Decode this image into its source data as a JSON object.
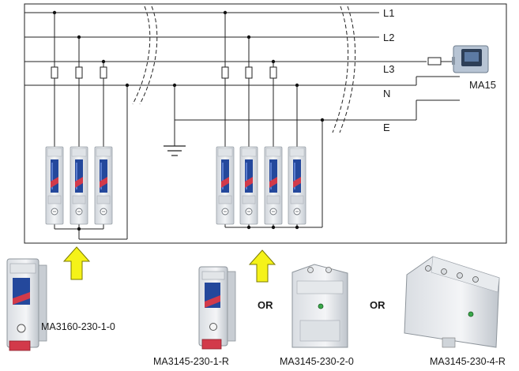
{
  "lines": {
    "l1": "L1",
    "l2": "L2",
    "l3": "L3",
    "n": "N",
    "e": "E"
  },
  "device_label": "MA15",
  "connector_word": "OR",
  "products": [
    {
      "name": "MA3160-230-1-0"
    },
    {
      "name": "MA3145-230-1-R"
    },
    {
      "name": "MA3145-230-2-0"
    },
    {
      "name": "MA3145-230-4-R"
    }
  ],
  "colors": {
    "arrow": "#f5f219",
    "arrow_outline": "#7a7a00",
    "module_body": "#e9ecef",
    "module_label": "#1f3b8f",
    "terminal_red": "#d23a4a"
  }
}
